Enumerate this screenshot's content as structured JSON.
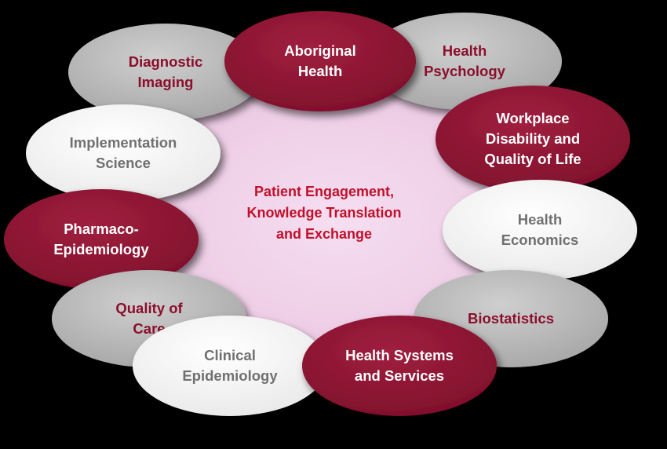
{
  "center": {
    "lines": [
      "Patient Engagement,",
      "Knowledge Translation",
      "and Exchange"
    ],
    "text_color": "#c0102a",
    "fill_color": "#efcfe8"
  },
  "colors": {
    "maroon_fill": "#7f0f2b",
    "maroon_light": "#a0203f",
    "maroon_text": "#ffffff",
    "gray_fill": "#a6a6a6",
    "gray_light": "#cfcfcf",
    "gray_text": "#8b0f2c",
    "light_fill": "#e9e9e9",
    "light_light": "#ffffff",
    "light_text": "#707070",
    "background": "#000000"
  },
  "nodes": [
    {
      "id": "diagnostic-imaging",
      "style": "gray",
      "lines": [
        "Diagnostic",
        "Imaging"
      ]
    },
    {
      "id": "health-psychology",
      "style": "gray",
      "lines": [
        "Health",
        "Psychology"
      ]
    },
    {
      "id": "aboriginal-health",
      "style": "maroon",
      "lines": [
        "Aboriginal",
        "Health"
      ]
    },
    {
      "id": "implementation-science",
      "style": "light",
      "lines": [
        "Implementation",
        "Science"
      ]
    },
    {
      "id": "workplace-disability",
      "style": "maroon",
      "lines": [
        "Workplace",
        "Disability and",
        "Quality of Life"
      ]
    },
    {
      "id": "health-economics",
      "style": "light",
      "lines": [
        "Health",
        "Economics"
      ]
    },
    {
      "id": "pharmaco-epidemiology",
      "style": "maroon",
      "lines": [
        "Pharmaco-",
        "Epidemiology"
      ]
    },
    {
      "id": "quality-of-care",
      "style": "gray",
      "lines": [
        "Quality of",
        "Care"
      ]
    },
    {
      "id": "biostatistics",
      "style": "gray",
      "lines": [
        "Biostatistics"
      ]
    },
    {
      "id": "clinical-epidemiology",
      "style": "light",
      "lines": [
        "Clinical",
        "Epidemiology"
      ]
    },
    {
      "id": "health-systems",
      "style": "maroon",
      "lines": [
        "Health Systems",
        "and Services"
      ]
    }
  ]
}
